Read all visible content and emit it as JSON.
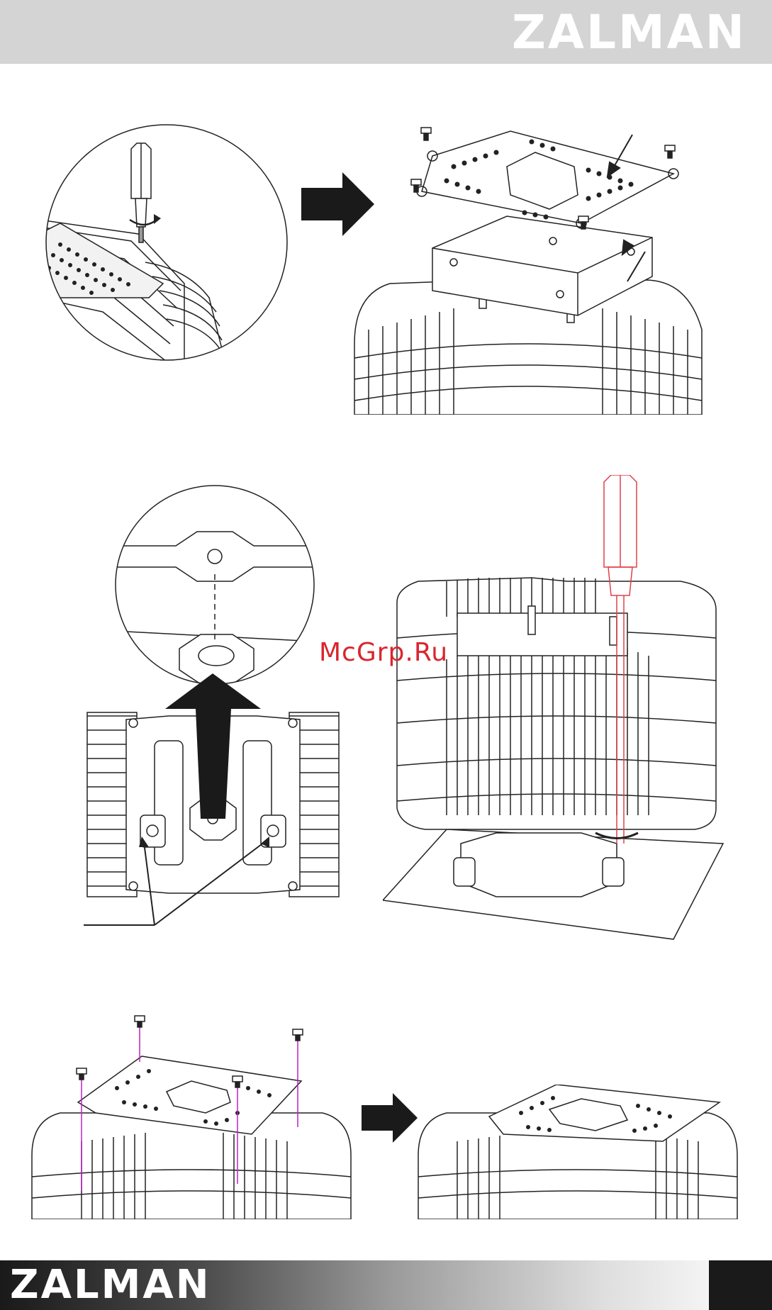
{
  "header": {
    "brand": "ZALMAN",
    "background": "#d4d4d4"
  },
  "watermark": {
    "text": "McGrp.Ru",
    "color": "#d9262e"
  },
  "footer": {
    "brand": "ZALMAN"
  },
  "steps": [
    {
      "name": "fan-plate-removal",
      "icons": [
        "magnified-detail-circle",
        "screwdriver-icon",
        "arrow-right-icon",
        "fan-grille-plate",
        "screw-icon",
        "pointer-arrow-icon"
      ]
    },
    {
      "name": "mounting-bracket-install",
      "icons": [
        "magnified-detail-circle",
        "arrow-up-icon",
        "screwdriver-icon",
        "cooler-on-board"
      ]
    },
    {
      "name": "fan-plate-reinstall",
      "icons": [
        "screw-icon",
        "guide-line",
        "arrow-right-icon",
        "assembled-cooler"
      ]
    }
  ],
  "colors": {
    "line": "#222222",
    "screwdriver": "#e0404a",
    "guide": "#c020c0",
    "arrow": "#1a1a1a"
  }
}
